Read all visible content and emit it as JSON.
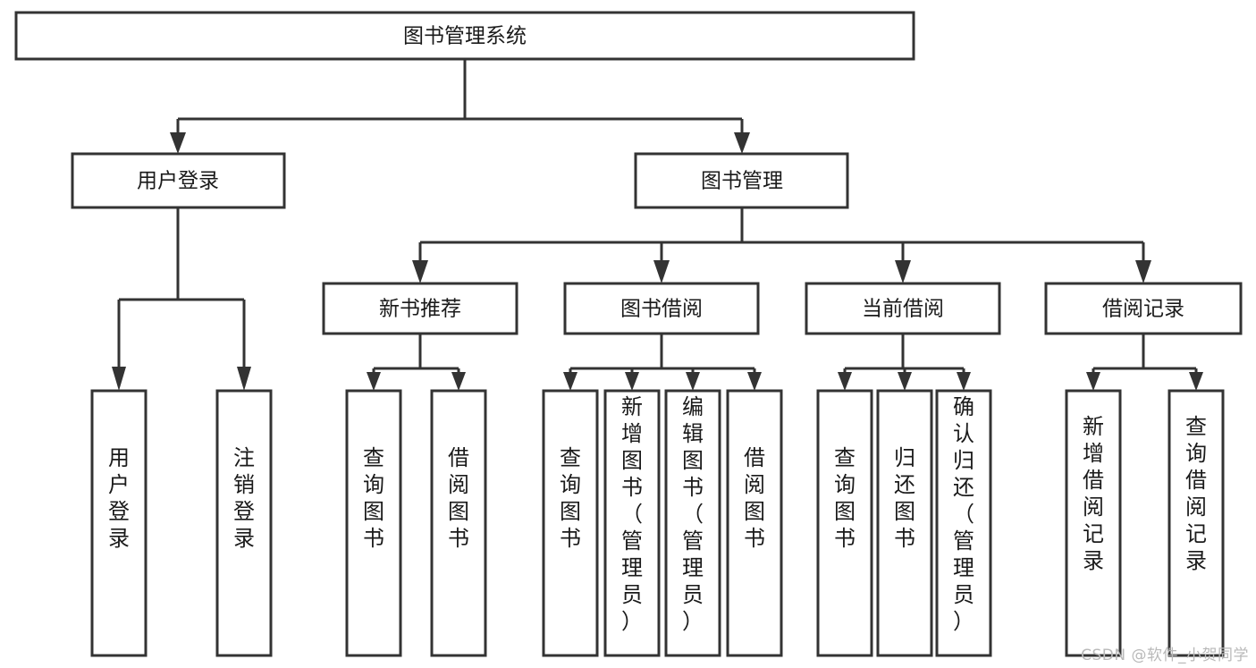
{
  "diagram": {
    "type": "tree-hierarchy-chart",
    "title": "图书管理系统",
    "orientation": "top-down",
    "colors": {
      "stroke": "#333333",
      "fill": "#ffffff",
      "text": "#1a1a1a",
      "watermark": "#b9b9b9"
    },
    "nodes": {
      "root": {
        "label": "图书管理系统",
        "level": 0,
        "text_orientation": "horizontal"
      },
      "l1": [
        {
          "id": "user-login",
          "label": "用户登录",
          "text_orientation": "horizontal"
        },
        {
          "id": "book-manage",
          "label": "图书管理",
          "text_orientation": "horizontal"
        }
      ],
      "l2": [
        {
          "id": "new-book-recommend",
          "label": "新书推荐",
          "parent": "book-manage",
          "text_orientation": "horizontal"
        },
        {
          "id": "book-borrow",
          "label": "图书借阅",
          "parent": "book-manage",
          "text_orientation": "horizontal"
        },
        {
          "id": "current-borrow",
          "label": "当前借阅",
          "parent": "book-manage",
          "text_orientation": "horizontal"
        },
        {
          "id": "borrow-record",
          "label": "借阅记录",
          "parent": "book-manage",
          "text_orientation": "horizontal"
        }
      ],
      "leaves": [
        {
          "id": "leaf-user-login",
          "label": "用户登录",
          "parent": "user-login",
          "text_orientation": "vertical"
        },
        {
          "id": "leaf-logout-login",
          "label": "注销登录",
          "parent": "user-login",
          "text_orientation": "vertical"
        },
        {
          "id": "leaf-query-book-1",
          "label": "查询图书",
          "parent": "new-book-recommend",
          "text_orientation": "vertical"
        },
        {
          "id": "leaf-borrow-book-1",
          "label": "借阅图书",
          "parent": "new-book-recommend",
          "text_orientation": "vertical"
        },
        {
          "id": "leaf-query-book-2",
          "label": "查询图书",
          "parent": "book-borrow",
          "text_orientation": "vertical"
        },
        {
          "id": "leaf-add-book-admin",
          "label": "新增图书（管理员）",
          "parent": "book-borrow",
          "text_orientation": "vertical"
        },
        {
          "id": "leaf-edit-book-admin",
          "label": "编辑图书（管理员）",
          "parent": "book-borrow",
          "text_orientation": "vertical"
        },
        {
          "id": "leaf-borrow-book-2",
          "label": "借阅图书",
          "parent": "book-borrow",
          "text_orientation": "vertical"
        },
        {
          "id": "leaf-query-book-3",
          "label": "查询图书",
          "parent": "current-borrow",
          "text_orientation": "vertical"
        },
        {
          "id": "leaf-return-book",
          "label": "归还图书",
          "parent": "current-borrow",
          "text_orientation": "vertical"
        },
        {
          "id": "leaf-confirm-return-admin",
          "label": "确认归还（管理员）",
          "parent": "current-borrow",
          "text_orientation": "vertical"
        },
        {
          "id": "leaf-add-borrow-record",
          "label": "新增借阅记录",
          "parent": "borrow-record",
          "text_orientation": "vertical"
        },
        {
          "id": "leaf-query-borrow-record",
          "label": "查询借阅记录",
          "parent": "borrow-record",
          "text_orientation": "vertical"
        }
      ]
    }
  },
  "watermark": {
    "text": "CSDN @软件_小贺同学"
  }
}
